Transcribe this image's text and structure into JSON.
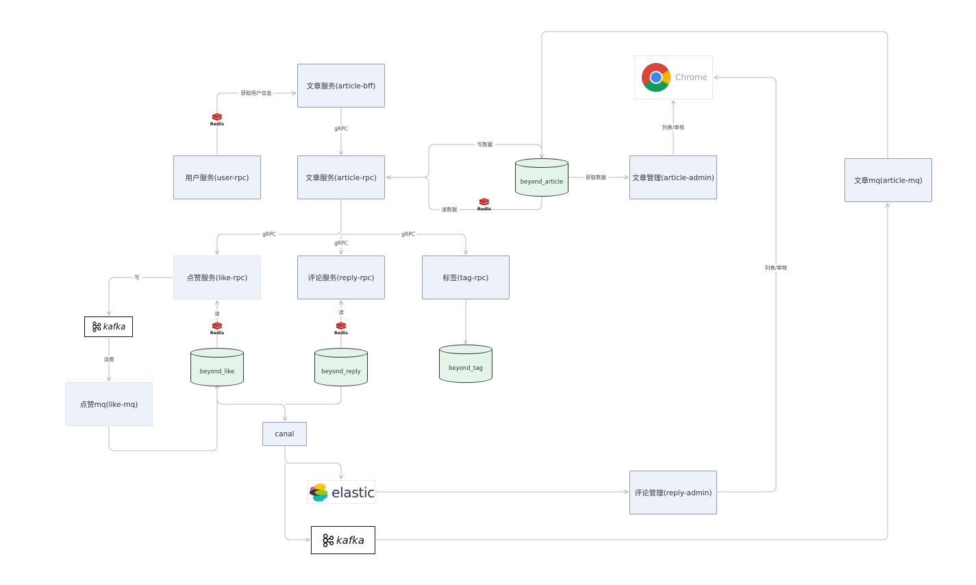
{
  "services": {
    "article_bff": "文章服务(article-bff)",
    "user_rpc": "用户服务(user-rpc)",
    "article_rpc": "文章服务(article-rpc)",
    "like_rpc": "点赞服务(like-rpc)",
    "reply_rpc": "评论服务(reply-rpc)",
    "tag_rpc": "标签(tag-rpc)",
    "like_mq": "点赞mq(like-mq)",
    "canal": "canal",
    "article_admin": "文章管理(article-admin)",
    "reply_admin": "评论管理(reply-admin)",
    "article_mq": "文章mq(article-mq)"
  },
  "databases": {
    "beyond_article": "beyond_article",
    "beyond_like": "beyond_like",
    "beyond_reply": "beyond_reply",
    "beyond_tag": "beyond_tag"
  },
  "edge_labels": {
    "get_user_info": "获取用户信息",
    "grpc": "gRPC",
    "write_data": "写数据",
    "read_data": "读数据",
    "fetch_data": "获取数据",
    "list_review": "列表/审核",
    "write": "写",
    "read": "读",
    "consume": "消费"
  },
  "logos": {
    "redis": "Redis",
    "kafka": "kafka",
    "chrome": "Chrome",
    "elastic": "elastic"
  },
  "colors": {
    "service_fill": "#edf1fa",
    "db_fill": "#e2f5e8",
    "connector": "#b5b5b5",
    "redis_red": "#c6302b"
  }
}
